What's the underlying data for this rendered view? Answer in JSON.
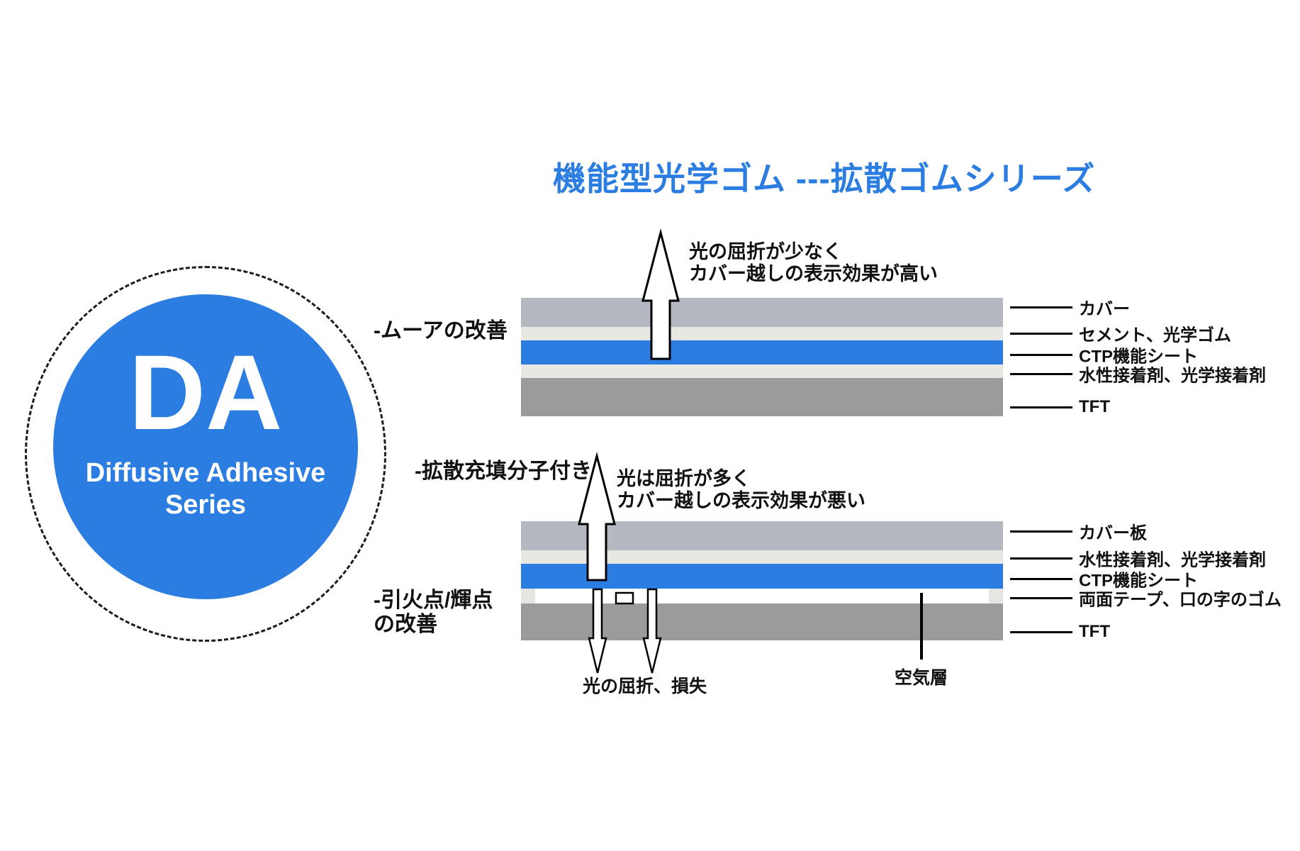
{
  "title": {
    "text": "機能型光学ゴム ---拡散ゴムシリーズ",
    "color": "#2b7de2"
  },
  "badge": {
    "abbr": "DA",
    "name_line1": "Diffusive Adhesive",
    "name_line2": "Series",
    "circle_color": "#2b7de2"
  },
  "features": {
    "item1": "-ムーアの改善",
    "item2": "-拡散充填分子付き",
    "item3_line1": "-引火点/輝点",
    "item3_line2": "の改善"
  },
  "diagram_top": {
    "annotation_line1": "光の屈折が少なく",
    "annotation_line2": "カバー越しの表示効果が高い",
    "layers": [
      {
        "label": "カバー",
        "color": "#b4b9c1"
      },
      {
        "label": "セメント、光学ゴム",
        "color": "#e8e7e1"
      },
      {
        "label": "CTP機能シート",
        "color": "#2b7de2"
      },
      {
        "label": "水性接着剤、光学接着剤",
        "color": "#e8e7e1"
      },
      {
        "label": "TFT",
        "color": "#9b9b9b"
      }
    ]
  },
  "diagram_bottom": {
    "annotation_line1": "光は屈折が多く",
    "annotation_line2": "カバー越しの表示効果が悪い",
    "layers": [
      {
        "label": "カバー板",
        "color": "#b4b9c1"
      },
      {
        "label": "水性接着剤、光学接着剤",
        "color": "#e8e7e1"
      },
      {
        "label": "CTP機能シート",
        "color": "#2b7de2"
      },
      {
        "label": "両面テープ、口の字のゴム",
        "color": "#ffffff"
      },
      {
        "label": "TFT",
        "color": "#9b9b9b"
      }
    ],
    "spacer_color": "#e6e5df",
    "air_gap_label": "空気層",
    "loss_label": "光の屈折、損失"
  }
}
